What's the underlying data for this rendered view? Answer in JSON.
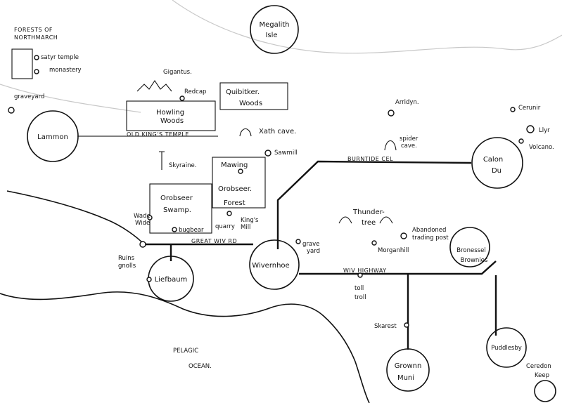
{
  "map": {
    "title_block": {
      "line1": "FORESTS OF",
      "line2": "NORTHMARCH"
    },
    "towns": {
      "lammon": "Lammon",
      "liefbaum": "Liefbaum",
      "wivernhoe": "Wivernhoe",
      "calon_du": [
        "Calon",
        "Du"
      ],
      "megalith_isle": [
        "Megalith",
        "Isle"
      ],
      "grownn_muni": [
        "Grownn",
        "Muni"
      ],
      "puddlesby": "Puddlesby",
      "bronessel_brownies": [
        "Bronessel",
        "Brownies"
      ]
    },
    "regions": {
      "howling_woods": [
        "Howling",
        "Woods"
      ],
      "quibitker_woods": [
        "Quibitker.",
        "Woods"
      ],
      "orobseer_swamp": [
        "Orobseer",
        "Swamp."
      ],
      "orobseer_forest": [
        "Mawing",
        "Orobseer.",
        "Forest"
      ],
      "thunder_tree": [
        "Thunder-",
        "tree"
      ]
    },
    "roads": {
      "old_kings_temple": "OLD KING'S TEMPLE",
      "burntide_cel": "BURNTIDE CEL",
      "great_wiv_rd": "GREAT WIV RD",
      "wiv_highway": "WIV HIGHWAY"
    },
    "points": {
      "satyr_temple": "satyr temple",
      "monastery": "monastery",
      "graveyard_nw": "graveyard",
      "gigantus": "Gigantus.",
      "redcap": "Redcap",
      "xath_cave": "Xath cave.",
      "sawmill": "Sawmill",
      "skyraine": "Skyraine.",
      "wade_wide": [
        "Wade",
        "Wide"
      ],
      "bugbear": "bugbear",
      "quarry": "quarry",
      "kings_mill": [
        "King's",
        "Mill"
      ],
      "ruins_gnolls": [
        "Ruins",
        "gnolls"
      ],
      "grave_yard": [
        "grave",
        "yard"
      ],
      "arridyn": "Arridyn.",
      "spider_cave": [
        "spider",
        "cave."
      ],
      "abandoned_trading_post": [
        "Abandoned",
        "trading post"
      ],
      "morganhill": "Morganhill",
      "cerunir": "Cerunir",
      "llyr": "Llyr",
      "volcano": "Volcano.",
      "toll_troll": [
        "toll",
        "troll"
      ],
      "skarest": "Skarest",
      "ceredon_keep": [
        "Ceredon",
        "Keep"
      ]
    },
    "ocean": [
      "PELAGIC",
      "OCEAN."
    ]
  }
}
